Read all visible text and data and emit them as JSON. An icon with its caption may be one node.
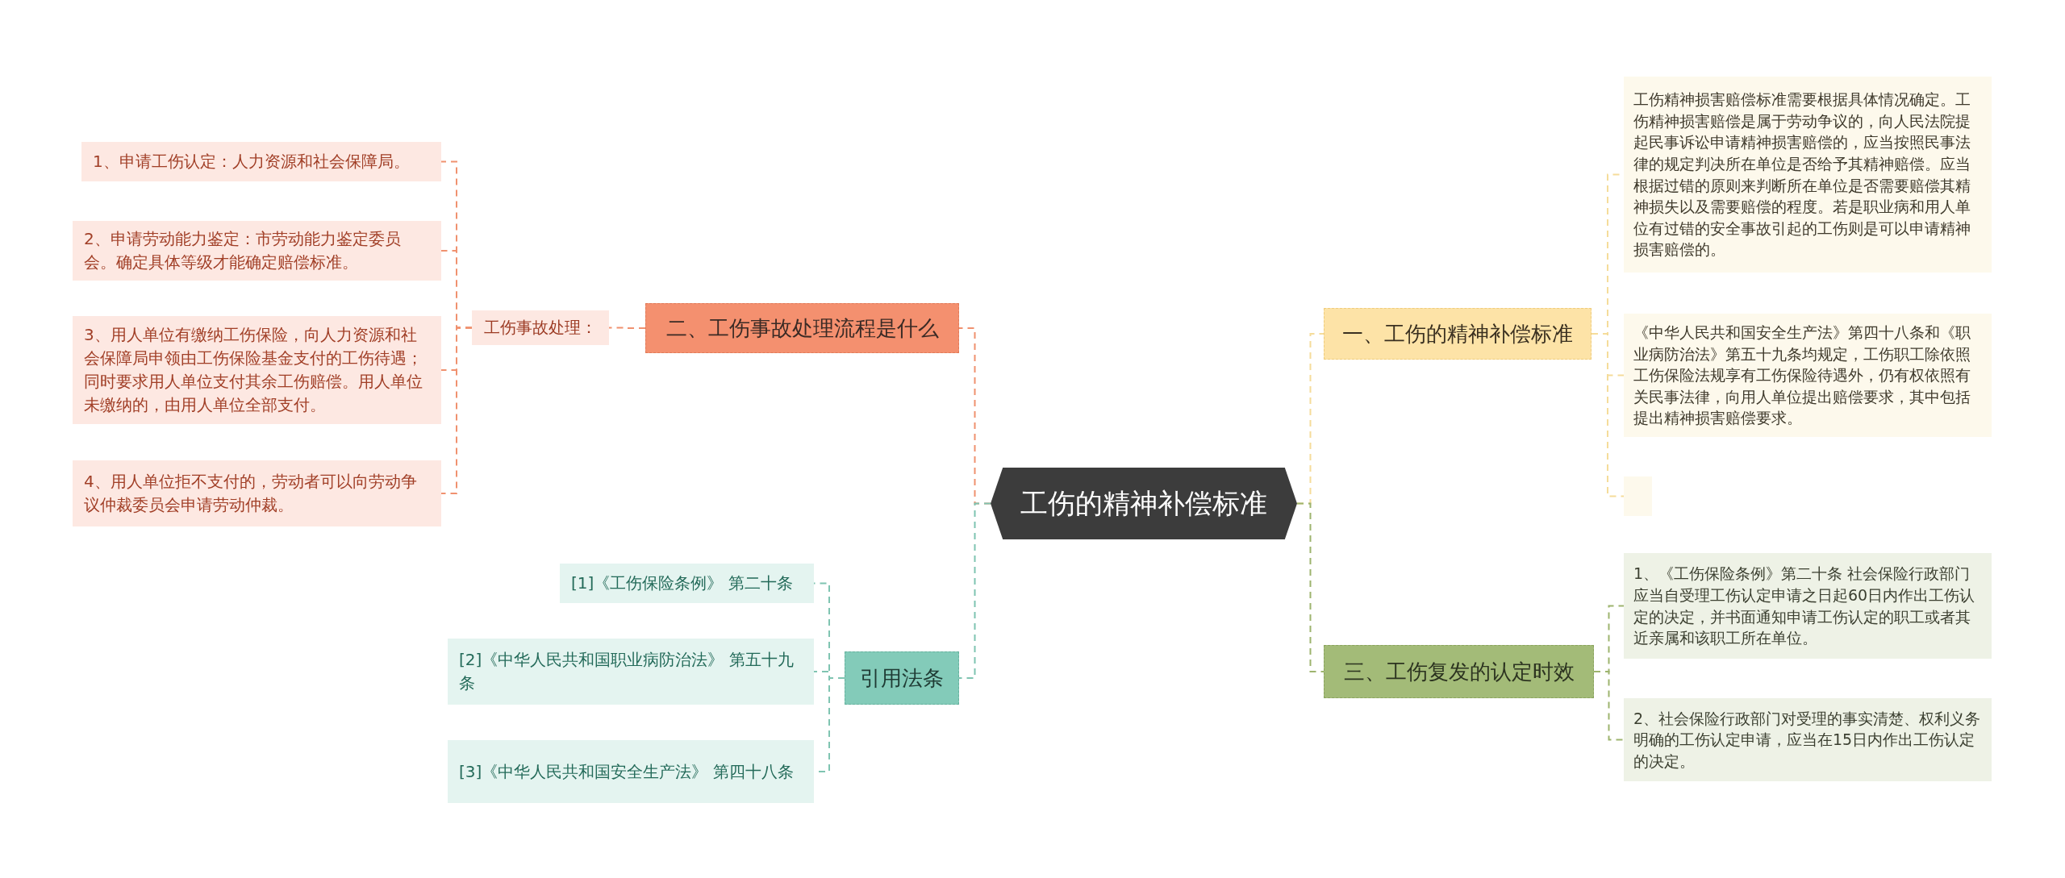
{
  "diagram": {
    "nodes": [
      {
        "text": [
          "工伤的精神补偿标准"
        ]
      },
      {
        "text": [
          "二、工伤事故处理流程是什么"
        ]
      },
      {
        "text": [
          "工伤事故处理："
        ]
      },
      {
        "text": [
          "1、申请工伤认定：人力资源和社会保障局。"
        ]
      },
      {
        "text": [
          "2、申请劳动能力鉴定：市劳动能力鉴定委员会。确定具体等级才能确定赔偿标准。"
        ]
      },
      {
        "text": [
          "3、用人单位有缴纳工伤保险，向人力资源和社会保障局申领由工伤保险基金支付的工伤待遇；同时要求用人单位支付其余工伤赔偿。用人单位未缴纳的，由用人单位全部支付。"
        ]
      },
      {
        "text": [
          "4、用人单位拒不支付的，劳动者可以向劳动争议仲裁委员会申请劳动仲裁。"
        ]
      },
      {
        "text": [
          "引用法条"
        ]
      },
      {
        "text": [
          "[1]《工伤保险条例》 第二十条"
        ]
      },
      {
        "text": [
          "[2]《中华人民共和国职业病防治法》 第五十九条"
        ]
      },
      {
        "text": [
          "[3]《中华人民共和国安全生产法》 第四十八条"
        ]
      },
      {
        "text": [
          "一、工伤的精神补偿标准"
        ]
      },
      {
        "text": [
          "工伤精神损害赔偿标准需要根据具体情况确定。工伤精神损害赔偿是属于劳动争议的，向人民法院提起民事诉讼申请精神损害赔偿的，应当按照民事法律的规定判决所在单位是否给予其精神赔偿。应当根据过错的原则来判断所在单位是否需要赔偿其精神损失以及需要赔偿的程度。若是职业病和用人单位有过错的安全事故引起的工伤则是可以申请精神损害赔偿的。"
        ]
      },
      {
        "text": [
          "《中华人民共和国安全生产法》第四十八条和《职业病防治法》第五十九条均规定，工伤职工除依照工伤保险法规享有工伤保险待遇外，仍有权依照有关民事法律，向用人单位提出赔偿要求，其中包括提出精神损害赔偿要求。"
        ]
      },
      {
        "text": [],
        "shape": "box"
      },
      {
        "text": [
          "三、工伤复发的认定时效"
        ]
      },
      {
        "text": [
          "1、《工伤保险条例》第二十条 社会保险行政部门应当自受理工伤认定申请之日起60日内作出工伤认定的决定，并书面通知申请工伤认定的职工或者其近亲属和该职工所在单位。"
        ]
      },
      {
        "text": [
          "2、社会保险行政部门对受理的事实清楚、权利义务明确的工伤认定申请，应当在15日内作出工伤认定的决定。"
        ]
      }
    ],
    "edges": [
      {
        "from": 0,
        "to": 1,
        "arrow": "none",
        "style": "dashed",
        "color": "#f0916f"
      },
      {
        "from": 0,
        "to": 7,
        "arrow": "none",
        "style": "dashed",
        "color": "#7fc4b1"
      },
      {
        "from": 0,
        "to": 11,
        "arrow": "none",
        "style": "dashed",
        "color": "#f5dc9a"
      },
      {
        "from": 0,
        "to": 15,
        "arrow": "none",
        "style": "dashed",
        "color": "#9db46e"
      },
      {
        "from": 1,
        "to": 2,
        "arrow": "none",
        "style": "dashed",
        "color": "#f0916f"
      },
      {
        "from": 2,
        "to": 3,
        "arrow": "none",
        "style": "dashed",
        "color": "#f0916f"
      },
      {
        "from": 2,
        "to": 4,
        "arrow": "none",
        "style": "dashed",
        "color": "#f0916f"
      },
      {
        "from": 2,
        "to": 5,
        "arrow": "none",
        "style": "dashed",
        "color": "#f0916f"
      },
      {
        "from": 2,
        "to": 6,
        "arrow": "none",
        "style": "dashed",
        "color": "#f0916f"
      },
      {
        "from": 7,
        "to": 8,
        "arrow": "none",
        "style": "dashed",
        "color": "#7fc4b1"
      },
      {
        "from": 7,
        "to": 9,
        "arrow": "none",
        "style": "dashed",
        "color": "#7fc4b1"
      },
      {
        "from": 7,
        "to": 10,
        "arrow": "none",
        "style": "dashed",
        "color": "#7fc4b1"
      },
      {
        "from": 11,
        "to": 12,
        "arrow": "none",
        "style": "dashed",
        "color": "#f5dc9a"
      },
      {
        "from": 11,
        "to": 13,
        "arrow": "none",
        "style": "dashed",
        "color": "#f5dc9a"
      },
      {
        "from": 11,
        "to": 14,
        "arrow": "none",
        "style": "dashed",
        "color": "#f5dc9a"
      },
      {
        "from": 15,
        "to": 16,
        "arrow": "none",
        "style": "dashed",
        "color": "#9db46e"
      },
      {
        "from": 15,
        "to": 17,
        "arrow": "none",
        "style": "dashed",
        "color": "#9db46e"
      }
    ]
  }
}
